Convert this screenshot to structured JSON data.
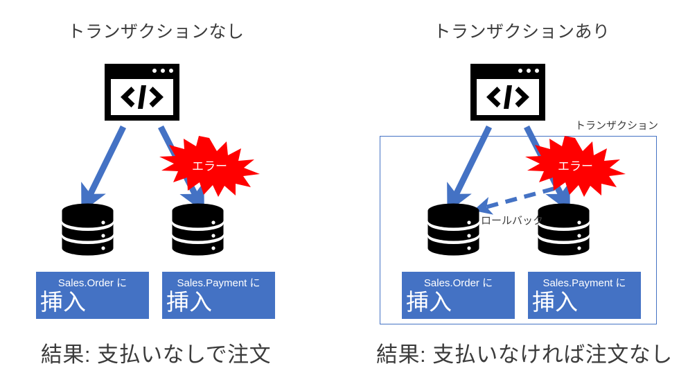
{
  "panels": [
    {
      "id": "without-transaction",
      "title": "トランザクションなし",
      "caption": "結果: 支払いなしで注文",
      "code_icon": "code-window-icon",
      "databases": [
        {
          "name": "order-database",
          "icon": "database-cylinder-icon"
        },
        {
          "name": "payment-database",
          "icon": "database-cylinder-icon"
        }
      ],
      "boxes": [
        {
          "table": "Sales.Order に",
          "action": "挿入"
        },
        {
          "table": "Sales.Payment に",
          "action": "挿入"
        }
      ],
      "error": {
        "label": "エラー",
        "icon": "error-burst-icon"
      }
    },
    {
      "id": "with-transaction",
      "title": "トランザクションあり",
      "caption": "結果: 支払いなければ注文なし",
      "code_icon": "code-window-icon",
      "frame_label": "トランザクション",
      "rollback_label": "ロールバック",
      "databases": [
        {
          "name": "order-database",
          "icon": "database-cylinder-icon"
        },
        {
          "name": "payment-database",
          "icon": "database-cylinder-icon"
        }
      ],
      "boxes": [
        {
          "table": "Sales.Order に",
          "action": "挿入"
        },
        {
          "table": "Sales.Payment に",
          "action": "挿入"
        }
      ],
      "error": {
        "label": "エラー",
        "icon": "error-burst-icon"
      }
    }
  ],
  "colors": {
    "accent_blue": "#4472C4",
    "error_red": "#FF0000",
    "icon_black": "#000000",
    "text_gray": "#3B3B3B",
    "page_background": "#FFFFFF"
  }
}
